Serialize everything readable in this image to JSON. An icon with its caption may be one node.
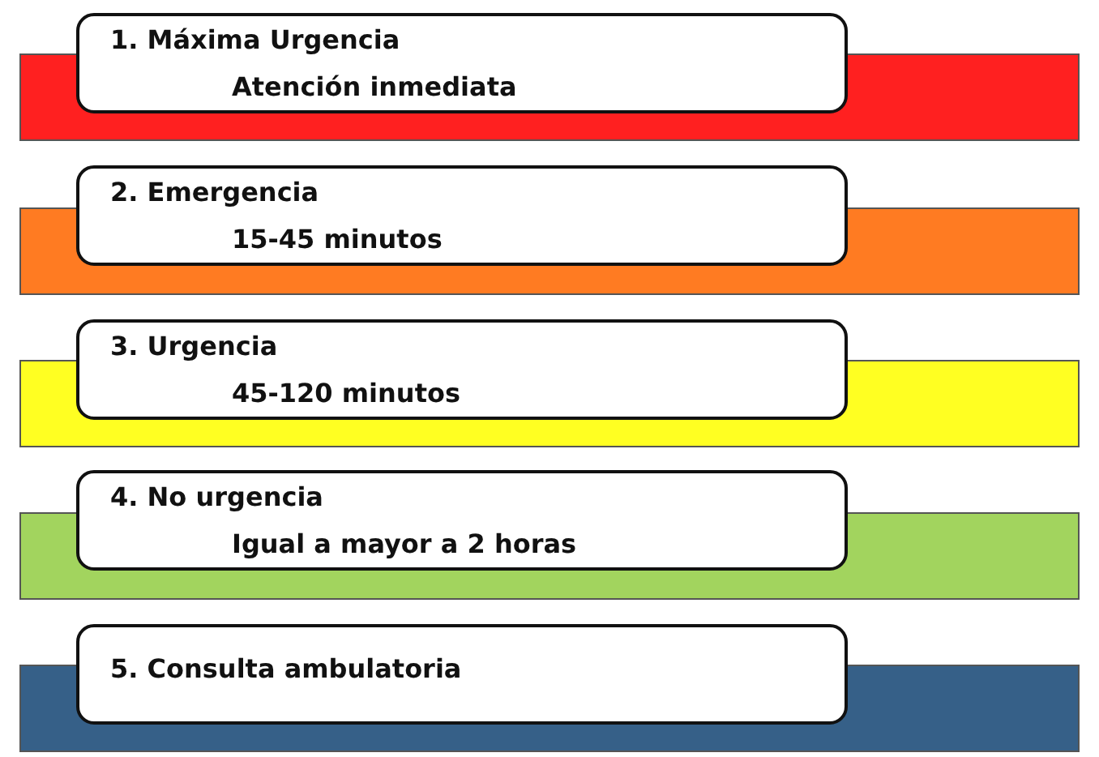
{
  "diagram": {
    "nodes": [
      {
        "text": [],
        "shape": "bar"
      },
      {
        "text": [
          "1. Máxima Urgencia",
          "Atención inmediata"
        ]
      },
      {
        "text": [],
        "shape": "bar"
      },
      {
        "text": [
          "2. Emergencia",
          "15-45 minutos"
        ]
      },
      {
        "text": [],
        "shape": "bar"
      },
      {
        "text": [
          "3. Urgencia",
          "45-120 minutos"
        ]
      },
      {
        "text": [],
        "shape": "bar"
      },
      {
        "text": [
          "4. No urgencia",
          "Igual a mayor a 2 horas"
        ]
      },
      {
        "text": [],
        "shape": "bar"
      },
      {
        "text": [
          "5. Consulta ambulatoria"
        ]
      }
    ]
  }
}
